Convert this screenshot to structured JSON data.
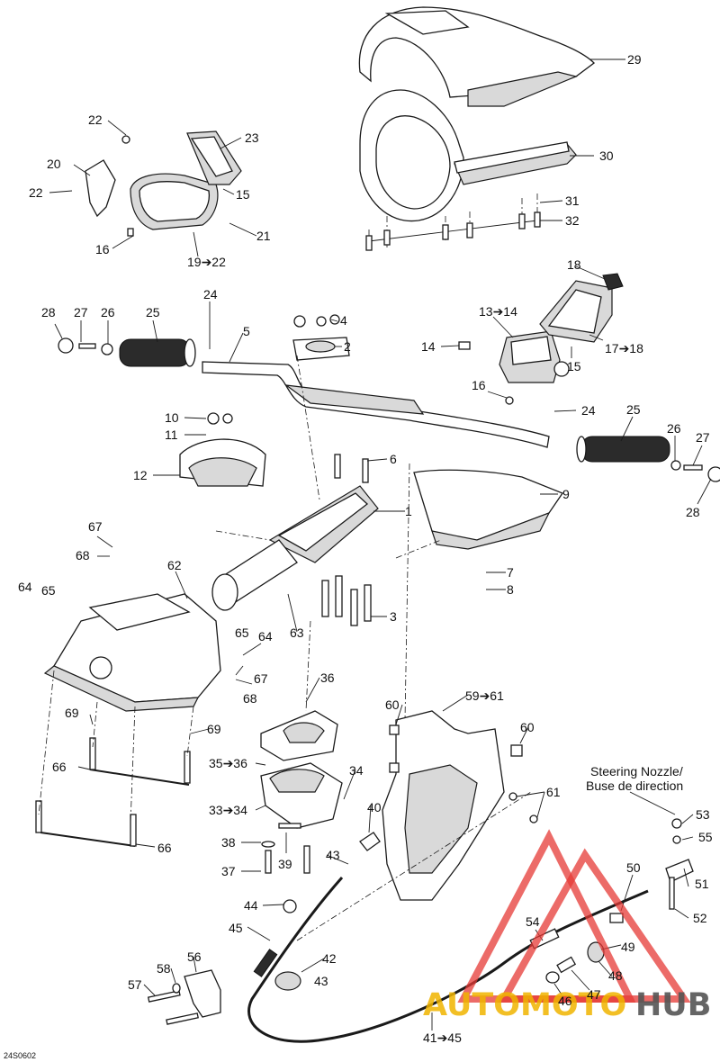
{
  "diagram": {
    "code": "24S0602",
    "steering_note_line1": "Steering Nozzle/",
    "steering_note_line2": "Buse de direction",
    "callouts": {
      "c1": "1",
      "c2": "2",
      "c3": "3",
      "c4": "4",
      "c5": "5",
      "c6": "6",
      "c7": "7",
      "c8": "8",
      "c9": "9",
      "c10": "10",
      "c11": "11",
      "c12": "12",
      "c13": "13➔14",
      "c14": "14",
      "c15a": "15",
      "c15b": "15",
      "c16a": "16",
      "c16b": "16",
      "c17": "17➔18",
      "c18": "18",
      "c19": "19➔22",
      "c20": "20",
      "c21": "21",
      "c22a": "22",
      "c22b": "22",
      "c23": "23",
      "c24a": "24",
      "c24b": "24",
      "c25a": "25",
      "c25b": "25",
      "c26a": "26",
      "c26b": "26",
      "c27a": "27",
      "c27b": "27",
      "c28a": "28",
      "c28b": "28",
      "c29": "29",
      "c30": "30",
      "c31": "31",
      "c32": "32",
      "c33": "33➔34",
      "c34": "34",
      "c35": "35➔36",
      "c36": "36",
      "c37": "37",
      "c38": "38",
      "c39": "39",
      "c40": "40",
      "c41": "41➔45",
      "c42": "42",
      "c43a": "43",
      "c43b": "43",
      "c44": "44",
      "c45": "45",
      "c46": "46",
      "c47": "47",
      "c48": "48",
      "c49": "49",
      "c50": "50",
      "c51": "51",
      "c52": "52",
      "c53": "53",
      "c54": "54",
      "c55": "55",
      "c56": "56",
      "c57": "57",
      "c58": "58",
      "c59": "59➔61",
      "c60a": "60",
      "c60b": "60",
      "c61": "61",
      "c62": "62",
      "c63": "63",
      "c64a": "64",
      "c64b": "64",
      "c65a": "65",
      "c65b": "65",
      "c66a": "66",
      "c66b": "66",
      "c67a": "67",
      "c67b": "67",
      "c68a": "68",
      "c68b": "68",
      "c69a": "69",
      "c69b": "69"
    }
  },
  "watermark": {
    "word1": "AUTOMOTO",
    "word2": "HUB",
    "triangle_color": "#e53935",
    "word1_color": "#f0b400",
    "word2_color": "#555555"
  }
}
